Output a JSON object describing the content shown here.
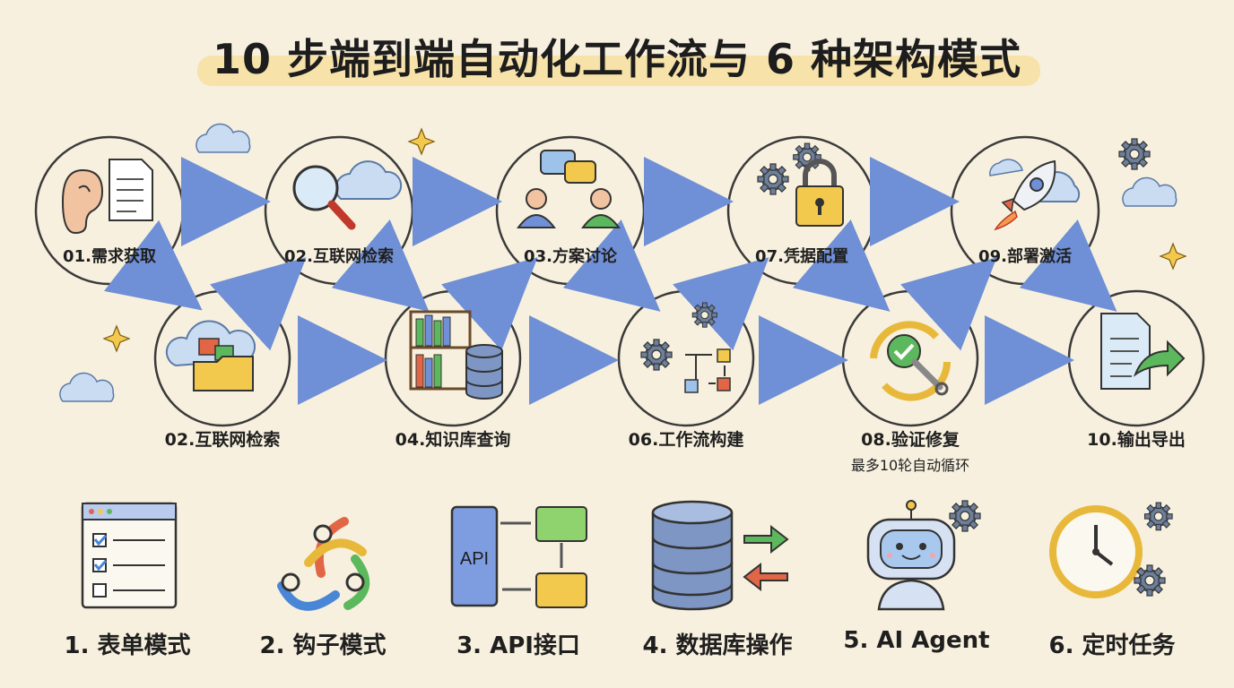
{
  "title": "10 步端到端自动化工作流与 6 种架构模式",
  "steps": [
    {
      "label": "01.需求获取",
      "icon": "ear-document-icon"
    },
    {
      "label": "02.互联网检索",
      "icon": "magnifier-cloud-icon"
    },
    {
      "label": "02.互联网检索",
      "icon": "cloud-folder-icon"
    },
    {
      "label": "03.方案讨论",
      "icon": "people-chat-icon"
    },
    {
      "label": "04.知识库查询",
      "icon": "bookshelf-database-icon"
    },
    {
      "label": "06.工作流构建",
      "icon": "gear-flow-icon"
    },
    {
      "label": "07.凭据配置",
      "icon": "padlock-gears-icon"
    },
    {
      "label": "08.验证修复",
      "icon": "check-wrench-cycle-icon",
      "note": "最多10轮自动循环"
    },
    {
      "label": "09.部署激活",
      "icon": "rocket-icon"
    },
    {
      "label": "10.输出导出",
      "icon": "document-export-icon"
    }
  ],
  "modes": [
    {
      "label": "1. 表单模式",
      "icon": "form-checklist-icon"
    },
    {
      "label": "2. 钩子模式",
      "icon": "webhook-icon"
    },
    {
      "label": "3. API接口",
      "icon": "api-flow-icon",
      "icon_text": "API"
    },
    {
      "label": "4. 数据库操作",
      "icon": "database-sync-icon"
    },
    {
      "label": "5. AI Agent",
      "icon": "robot-icon"
    },
    {
      "label": "6. 定时任务",
      "icon": "clock-gears-icon"
    }
  ],
  "colors": {
    "background": "#f7f0de",
    "arrow": "#6f8fd6",
    "circle_stroke": "#3a3a3a",
    "title_highlight": "#f7dfa0",
    "cloud": "#b9d2ee",
    "gold": "#e8b83a",
    "green": "#5cb85c",
    "red": "#e06646"
  }
}
